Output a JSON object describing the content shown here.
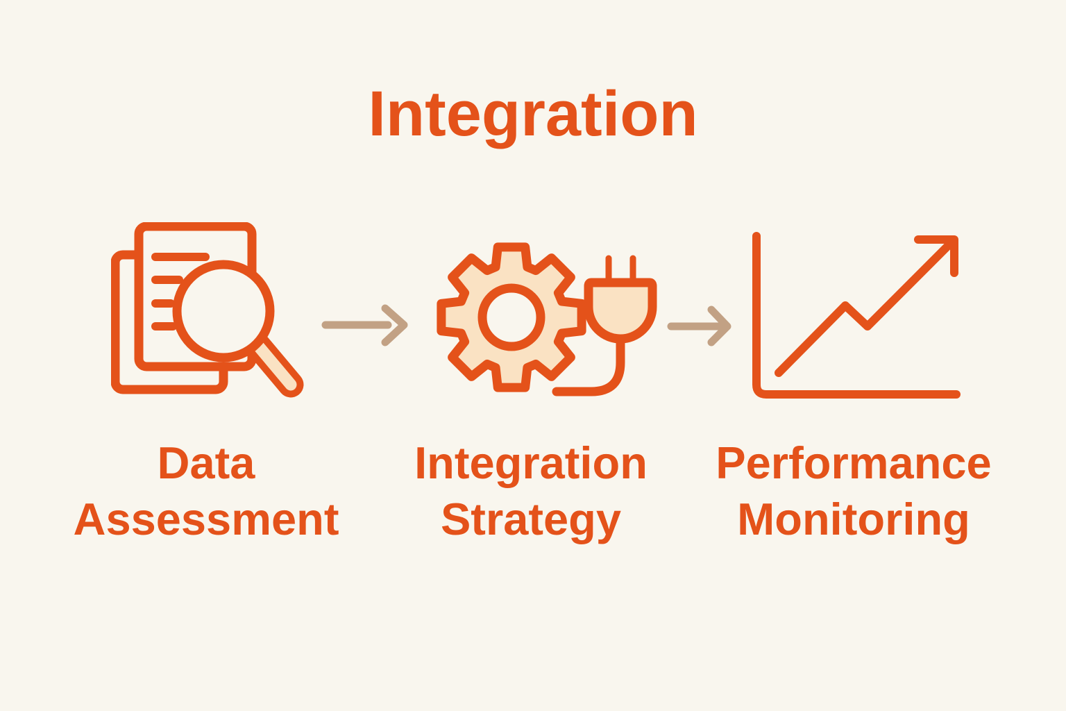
{
  "title": "Integration",
  "colors": {
    "background": "#F9F6EE",
    "accent": "#E4521A",
    "light_fill": "#FAE2C3",
    "arrow": "#C2A184"
  },
  "steps": [
    {
      "id": "data-assessment",
      "label": "Data Assessment",
      "icon": "documents-magnifier-icon"
    },
    {
      "id": "integration-strategy",
      "label": "Integration Strategy",
      "icon": "gear-plug-icon"
    },
    {
      "id": "performance-monitoring",
      "label": "Performance Monitoring",
      "icon": "growth-chart-icon"
    }
  ],
  "connectors": [
    {
      "icon": "arrow-right-icon"
    },
    {
      "icon": "arrow-right-icon"
    }
  ]
}
